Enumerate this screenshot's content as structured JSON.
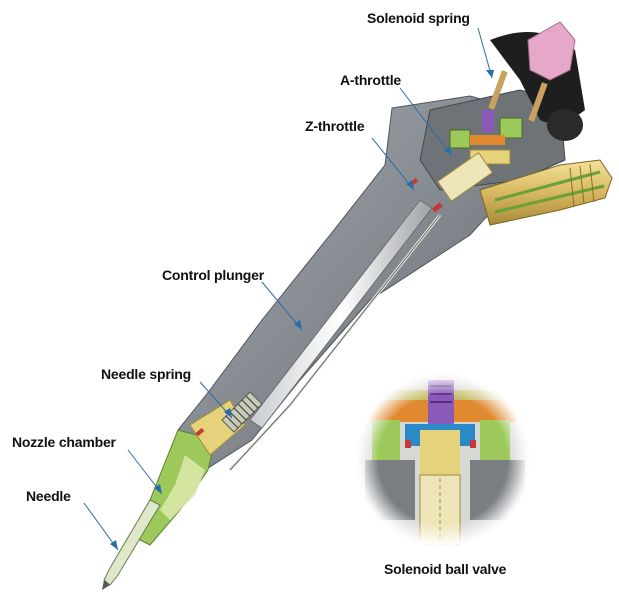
{
  "labels": {
    "solenoid_spring": "Solenoid spring",
    "a_throttle": "A-throttle",
    "z_throttle": "Z-throttle",
    "control_plunger": "Control plunger",
    "needle_spring": "Needle spring",
    "nozzle_chamber": "Nozzle chamber",
    "needle": "Needle",
    "solenoid_ball_valve": "Solenoid ball valve"
  },
  "colors": {
    "body": "#8a9096",
    "body_dark": "#5d6268",
    "bore": "#eef0e6",
    "yellow_parts": "#e6d27a",
    "green_parts": "#9cc95a",
    "orange_parts": "#e0892e",
    "purple_parts": "#8a5ab8",
    "red_marks": "#c83838",
    "connector_pink": "#e6a8c8",
    "leader_line": "#2a6ea8"
  },
  "icons": {
    "injector": "fuel-injector-cutaway",
    "inset": "solenoid-valve-detail"
  }
}
